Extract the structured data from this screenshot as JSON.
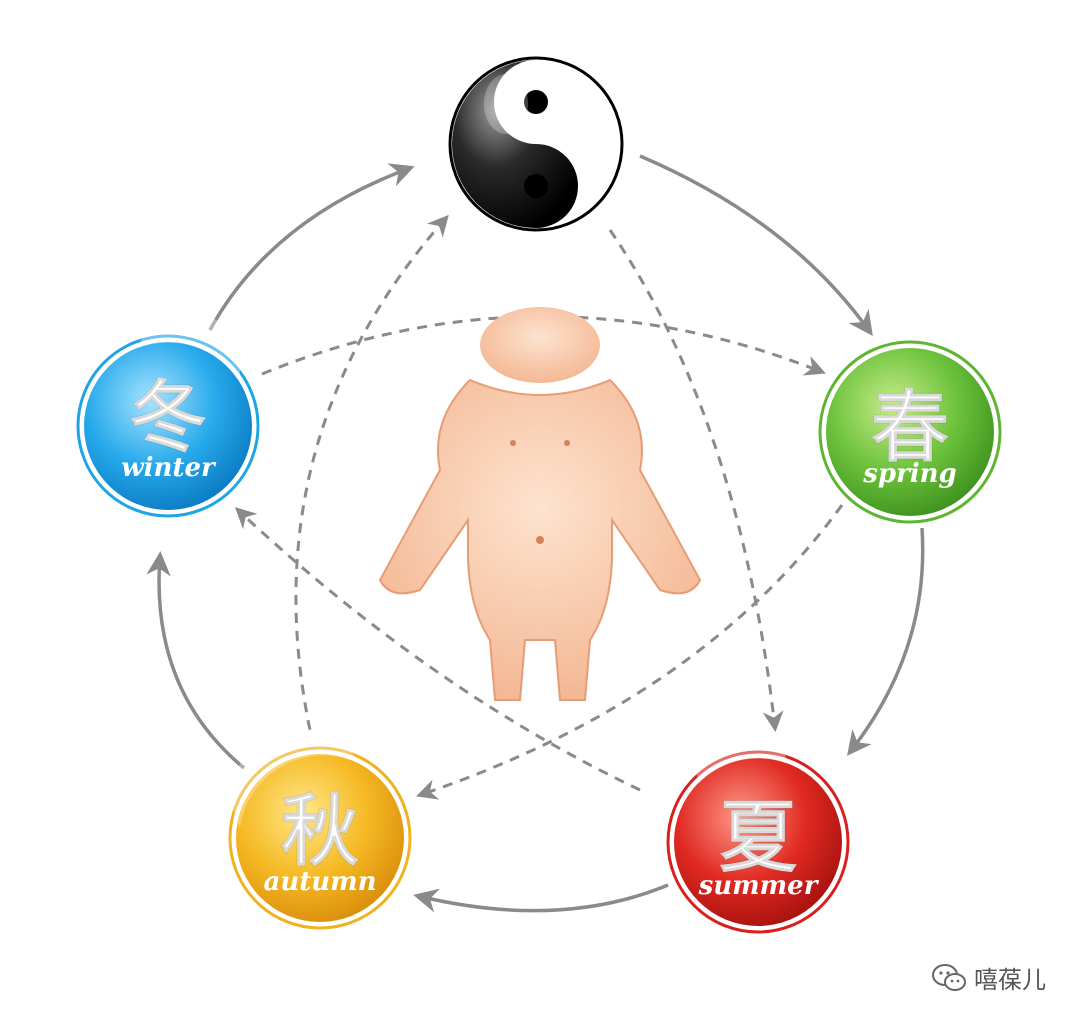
{
  "diagram": {
    "center_node": {
      "icon": "yin-yang-icon"
    },
    "seasons": [
      {
        "id": "spring",
        "char": "春",
        "word": "spring",
        "color": "#5db531"
      },
      {
        "id": "summer",
        "char": "夏",
        "word": "summer",
        "color": "#d9201e"
      },
      {
        "id": "autumn",
        "char": "秋",
        "word": "autumn",
        "color": "#f0b21e"
      },
      {
        "id": "winter",
        "char": "冬",
        "word": "winter",
        "color": "#1ea5e4"
      }
    ],
    "center_figure": {
      "icon": "child-figure-icon"
    },
    "arrow_color": "#8a8a8a"
  },
  "watermark": {
    "text": "嘻葆儿",
    "icon": "wechat-icon"
  }
}
